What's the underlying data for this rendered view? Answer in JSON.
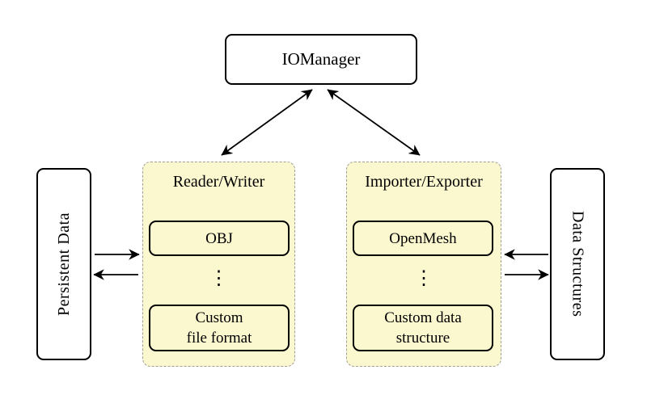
{
  "diagram": {
    "top_node": {
      "label": "IOManager"
    },
    "left_node": {
      "label": "Persistent Data"
    },
    "right_node": {
      "label": "Data Structures"
    },
    "left_panel": {
      "title": "Reader/Writer",
      "top_item": "OBJ",
      "ellipsis": "⋮",
      "bottom_item": "Custom\nfile format"
    },
    "right_panel": {
      "title": "Importer/Exporter",
      "top_item": "OpenMesh",
      "ellipsis": "⋮",
      "bottom_item": "Custom data\nstructure"
    },
    "arrows": [
      "iomanager-reader-writer-bidirectional",
      "iomanager-importer-exporter-bidirectional",
      "persistent-data-to-reader-writer",
      "reader-writer-to-persistent-data",
      "data-structures-to-importer-exporter",
      "importer-exporter-to-data-structures"
    ]
  },
  "colors": {
    "panel_fill": "#FBF7CF",
    "panel_border": "#9E9E9E",
    "node_fill": "#FFFFFF",
    "line": "#000000"
  }
}
